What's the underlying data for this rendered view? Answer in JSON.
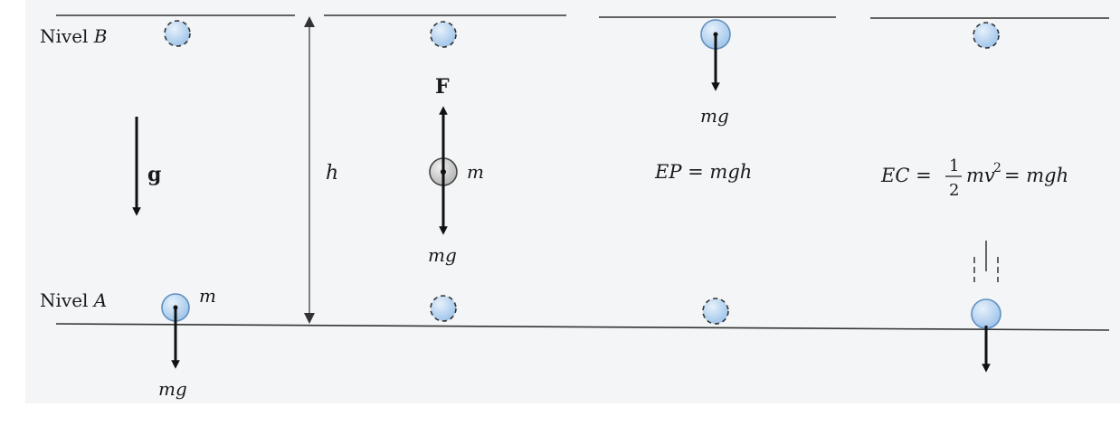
{
  "colors": {
    "background": "#f4f5f7",
    "line": "#333333",
    "arrow": "#111111",
    "ball_fill": "#9fc4ea",
    "ball_highlight": "#e6f1fb",
    "ball_shadow": "#5f8fbf",
    "ball_gray": "#b5b5b5"
  },
  "labels": {
    "level_b_word": "Nivel",
    "level_b_letter": "B",
    "level_a_word": "Nivel",
    "level_a_letter": "A",
    "gravity": "g",
    "height": "h",
    "mass_a": "m",
    "mass_mid": "m",
    "weight_a": "mg",
    "weight_mid": "mg",
    "weight_top": "mg",
    "force": "F"
  },
  "equations": {
    "ep": "EP = mgh",
    "ec_lhs": "EC =",
    "frac_num": "1",
    "frac_den": "2",
    "ec_mv": "mv",
    "ec_exp": "2",
    "ec_rhs": "= mgh"
  },
  "icons": [
    "ball-icon",
    "dashed-ball-icon",
    "arrow-icon"
  ]
}
